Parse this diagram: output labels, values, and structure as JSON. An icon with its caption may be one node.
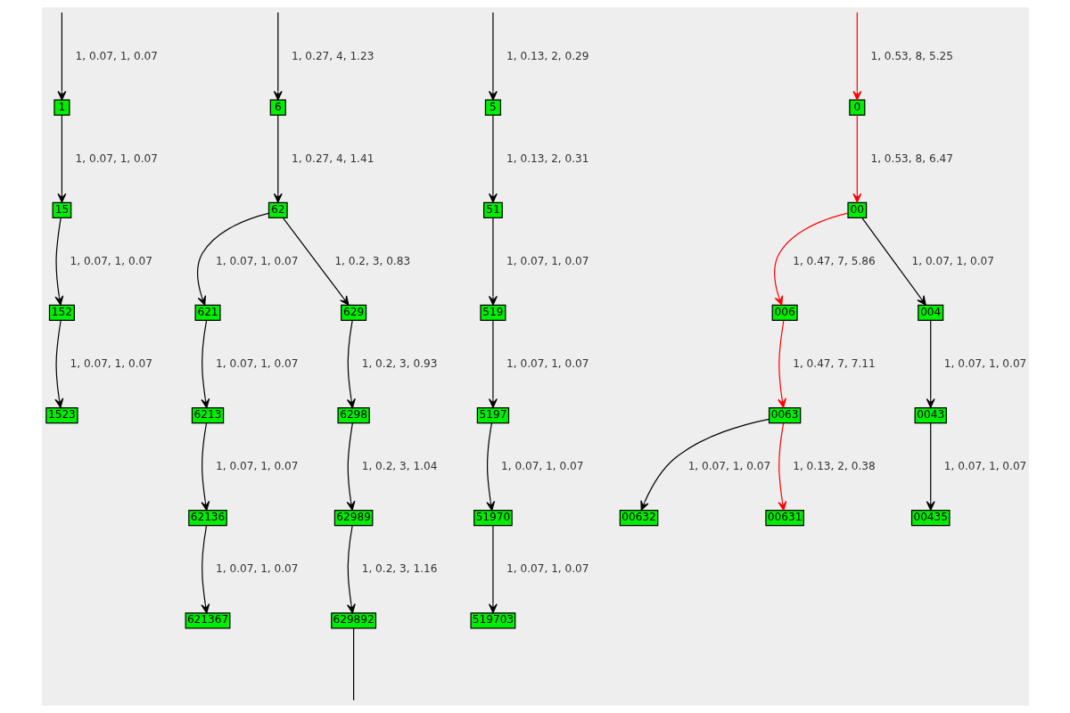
{
  "diagram": {
    "nodes": [
      {
        "text": [
          "1"
        ]
      },
      {
        "text": [
          "6"
        ]
      },
      {
        "text": [
          "5"
        ]
      },
      {
        "text": [
          "0"
        ]
      },
      {
        "text": [
          "15"
        ]
      },
      {
        "text": [
          "62"
        ]
      },
      {
        "text": [
          "51"
        ]
      },
      {
        "text": [
          "00"
        ]
      },
      {
        "text": [
          "152"
        ]
      },
      {
        "text": [
          "621"
        ]
      },
      {
        "text": [
          "629"
        ]
      },
      {
        "text": [
          "519"
        ]
      },
      {
        "text": [
          "006"
        ]
      },
      {
        "text": [
          "004"
        ]
      },
      {
        "text": [
          "1523"
        ]
      },
      {
        "text": [
          "6213"
        ]
      },
      {
        "text": [
          "6298"
        ]
      },
      {
        "text": [
          "5197"
        ]
      },
      {
        "text": [
          "0063"
        ]
      },
      {
        "text": [
          "0043"
        ]
      },
      {
        "text": [
          "62136"
        ]
      },
      {
        "text": [
          "62989"
        ]
      },
      {
        "text": [
          "51970"
        ]
      },
      {
        "text": [
          "00632"
        ]
      },
      {
        "text": [
          "00631"
        ]
      },
      {
        "text": [
          "00435"
        ]
      },
      {
        "text": [
          "621367"
        ]
      },
      {
        "text": [
          "629892"
        ]
      },
      {
        "text": [
          "519703"
        ]
      }
    ],
    "edges": [
      {
        "from": null,
        "to": 0,
        "arrow": "to",
        "label": "1, 0.07, 1, 0.07"
      },
      {
        "from": null,
        "to": 1,
        "arrow": "to",
        "label": "1, 0.27, 4, 1.23"
      },
      {
        "from": null,
        "to": 2,
        "arrow": "to",
        "label": "1, 0.13, 2, 0.29"
      },
      {
        "from": null,
        "to": 3,
        "arrow": "to",
        "label": "1, 0.53, 8, 5.25",
        "color": "#ff0000"
      },
      {
        "from": 0,
        "to": 4,
        "arrow": "to",
        "label": "1, 0.07, 1, 0.07"
      },
      {
        "from": 1,
        "to": 5,
        "arrow": "to",
        "label": "1, 0.27, 4, 1.41"
      },
      {
        "from": 2,
        "to": 6,
        "arrow": "to",
        "label": "1, 0.13, 2, 0.31"
      },
      {
        "from": 3,
        "to": 7,
        "arrow": "to",
        "label": "1, 0.53, 8, 6.47",
        "color": "#ff0000"
      },
      {
        "from": 4,
        "to": 8,
        "arrow": "to",
        "label": "1, 0.07, 1, 0.07"
      },
      {
        "from": 5,
        "to": 9,
        "arrow": "to",
        "label": "1, 0.07, 1, 0.07"
      },
      {
        "from": 5,
        "to": 10,
        "arrow": "to",
        "label": "1, 0.2, 3, 0.83"
      },
      {
        "from": 6,
        "to": 11,
        "arrow": "to",
        "label": "1, 0.07, 1, 0.07"
      },
      {
        "from": 7,
        "to": 12,
        "arrow": "to",
        "label": "1, 0.47, 7, 5.86",
        "color": "#ff0000"
      },
      {
        "from": 7,
        "to": 13,
        "arrow": "to",
        "label": "1, 0.07, 1, 0.07"
      },
      {
        "from": 8,
        "to": 14,
        "arrow": "to",
        "label": "1, 0.07, 1, 0.07"
      },
      {
        "from": 9,
        "to": 15,
        "arrow": "to",
        "label": "1, 0.07, 1, 0.07"
      },
      {
        "from": 10,
        "to": 16,
        "arrow": "to",
        "label": "1, 0.2, 3, 0.93"
      },
      {
        "from": 11,
        "to": 17,
        "arrow": "to",
        "label": "1, 0.07, 1, 0.07"
      },
      {
        "from": 12,
        "to": 18,
        "arrow": "to",
        "label": "1, 0.47, 7, 7.11",
        "color": "#ff0000"
      },
      {
        "from": 13,
        "to": 19,
        "arrow": "to",
        "label": "1, 0.07, 1, 0.07"
      },
      {
        "from": 15,
        "to": 20,
        "arrow": "to",
        "label": "1, 0.07, 1, 0.07"
      },
      {
        "from": 16,
        "to": 21,
        "arrow": "to",
        "label": "1, 0.2, 3, 1.04"
      },
      {
        "from": 17,
        "to": 22,
        "arrow": "to",
        "label": "1, 0.07, 1, 0.07"
      },
      {
        "from": 18,
        "to": 23,
        "arrow": "to",
        "label": "1, 0.07, 1, 0.07"
      },
      {
        "from": 18,
        "to": 24,
        "arrow": "to",
        "label": "1, 0.13, 2, 0.38",
        "color": "#ff0000"
      },
      {
        "from": 19,
        "to": 25,
        "arrow": "to",
        "label": "1, 0.07, 1, 0.07"
      },
      {
        "from": 20,
        "to": 26,
        "arrow": "to",
        "label": "1, 0.07, 1, 0.07"
      },
      {
        "from": 21,
        "to": 27,
        "arrow": "to",
        "label": "1, 0.2, 3, 1.16"
      },
      {
        "from": 22,
        "to": 28,
        "arrow": "to",
        "label": "1, 0.07, 1, 0.07"
      },
      {
        "from": 27,
        "to": null,
        "arrow": "none"
      }
    ]
  }
}
